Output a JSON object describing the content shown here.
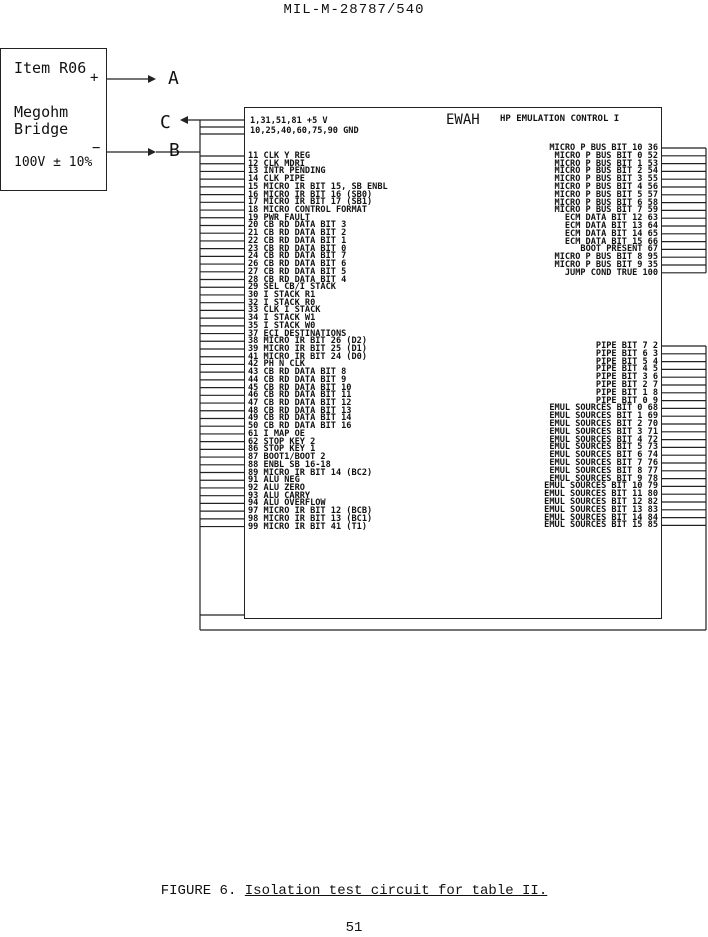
{
  "header": {
    "doc_number": "MIL-M-28787/540"
  },
  "bridge": {
    "title_lines": [
      "Item R06",
      "Megohm",
      "Bridge"
    ],
    "voltage": "100V ± 10%",
    "terminals": {
      "plus": "+",
      "minus": "−",
      "a": "A",
      "b": "B",
      "c": "C"
    }
  },
  "board": {
    "name": "EWAH",
    "title": "HP EMULATION CONTROL I",
    "power_pins": [
      "1,31,51,81 +5 V",
      "10,25,40,60,75,90 GND"
    ],
    "left_pins": [
      "11 CLK Y REG",
      "12 CLK MDRI",
      "13 INTR PENDING",
      "14 CLK PIPE",
      "15 MICRO IR BIT 15, SB ENBL",
      "16 MICRO IR BIT 16 (SB0)",
      "17 MICRO IR BIT 17 (SB1)",
      "18 MICRO CONTROL FORMAT",
      "19 PWR FAULT",
      "20 CB RD DATA BIT 3",
      "21 CB RD DATA BIT 2",
      "22 CB RD DATA BIT 1",
      "23 CB RD DATA BIT 0",
      "24 CB RD DATA BIT 7",
      "26 CB RD DATA BIT 6",
      "27 CB RD DATA BIT 5",
      "28 CB RD DATA BIT 4",
      "29 SEL CB/I STACK",
      "30 I STACK R1",
      "32 I STACK R0",
      "33 CLK I STACK",
      "34 I STACK W1",
      "35 I STACK W0",
      "37 ECI DESTINATIONS",
      "38 MICRO IR BIT 26 (D2)",
      "39 MICRO IR BIT 25 (D1)",
      "41 MICRO IR BIT 24 (D0)",
      "42 PH N CLK",
      "43 CB RD DATA BIT 8",
      "44 CB RD DATA BIT 9",
      "45 CB RD DATA BIT 10",
      "46 CB RD DATA BIT 11",
      "47 CB RD DATA BIT 12",
      "48 CB RD DATA BIT 13",
      "49 CB RD DATA BIT 14",
      "50 CB RD DATA BIT 16",
      "61 I MAP OE",
      "62 STOP KEY 2",
      "86 STOP KEY 1",
      "87 BOOT1/BOOT 2",
      "88 ENBL SB 16-18",
      "89 MICRO IR BIT 14 (BC2)",
      "91 ALU NEG",
      "92 ALU ZERO",
      "93 ALU CARRY",
      "94 ALU OVERFLOW",
      "97 MICRO IR BIT 12 (BCB)",
      "98 MICRO IR BIT 13 (BC1)",
      "99 MICRO IR BIT 41 (T1)"
    ],
    "right_pins_top": [
      "MICRO P BUS BIT 10 36",
      "MICRO P BUS BIT 0 52",
      "MICRO P BUS BIT 1 53",
      "MICRO P BUS BIT 2 54",
      "MICRO P BUS BIT 3 55",
      "MICRO P BUS BIT 4 56",
      "MICRO P BUS BIT 5 57",
      "MICRO P BUS BIT 6 58",
      "MICRO P BUS BIT 7 59",
      "ECM DATA BIT 12 63",
      "ECM DATA BIT 13 64",
      "ECM DATA BIT 14 65",
      "ECM DATA BIT 15 66",
      "BOOT PRESENT 67",
      "MICRO P BUS BIT 8 95",
      "MICRO P BUS BIT 9 35",
      "JUMP COND TRUE 100"
    ],
    "right_pins_bottom": [
      "PIPE BIT 7 2",
      "PIPE BIT 6 3",
      "PIPE BIT 5 4",
      "PIPE BIT 4 5",
      "PIPE BIT 3 6",
      "PIPE BIT 2 7",
      "PIPE BIT 1 8",
      "PIPE BIT 0 9",
      "EMUL SOURCES BIT 0 68",
      "EMUL SOURCES BIT 1 69",
      "EMUL SOURCES BIT 2 70",
      "EMUL SOURCES BIT 3 71",
      "EMUL SOURCES BIT 4 72",
      "EMUL SOURCES BIT 5 73",
      "EMUL SOURCES BIT 6 74",
      "EMUL SOURCES BIT 7 76",
      "EMUL SOURCES BIT 8 77",
      "EMUL SOURCES BIT 9 78",
      "EMUL SOURCES BIT 10 79",
      "EMUL SOURCES BIT 11 80",
      "EMUL SOURCES BIT 12 82",
      "EMUL SOURCES BIT 13 83",
      "EMUL SOURCES BIT 14 84",
      "EMUL SOURCES BIT 15 85"
    ]
  },
  "caption": {
    "label": "FIGURE 6.",
    "text": "Isolation test circuit for table II."
  },
  "page_number": "51"
}
